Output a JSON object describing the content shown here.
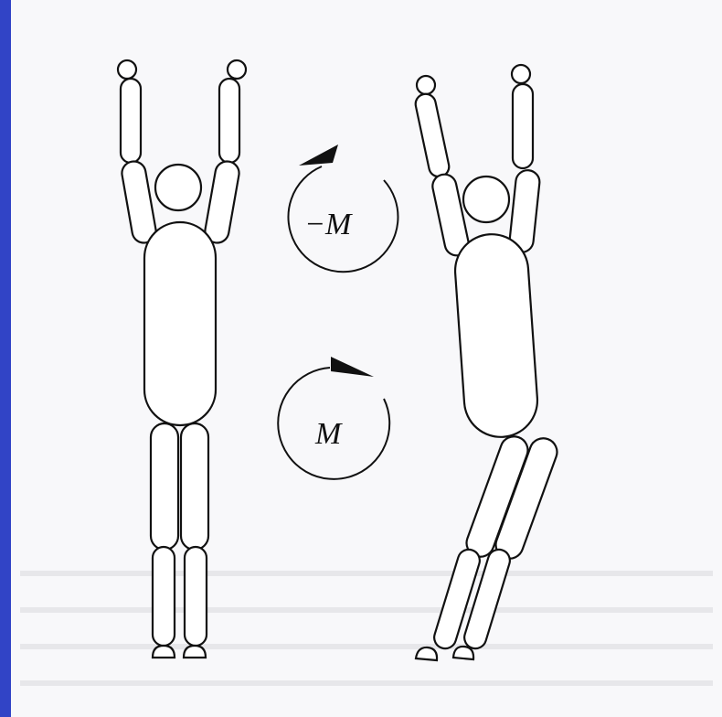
{
  "diagram": {
    "moment_top_label": "−M",
    "moment_bottom_label": "M",
    "arrow_top_direction": "counterclockwise",
    "arrow_bottom_direction": "clockwise"
  },
  "colors": {
    "background_frame": "#3b49c8",
    "paper": "#f8f8fa",
    "ink": "#111111"
  }
}
